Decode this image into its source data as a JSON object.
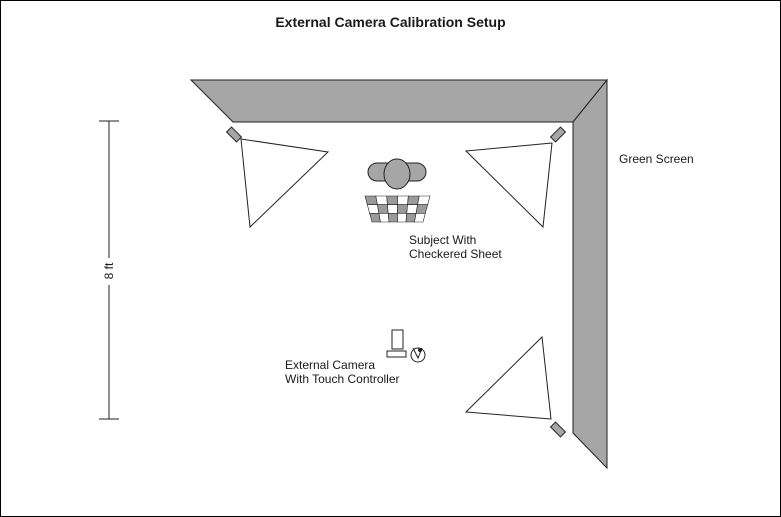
{
  "title": "External Camera Calibration Setup",
  "labels": {
    "green_screen": "Green Screen",
    "subject": "Subject With\nCheckered Sheet",
    "camera": "External Camera\nWith Touch Controller",
    "dimension": "8 ft"
  },
  "colors": {
    "screen_fill": "#a6a6a6",
    "outline": "#222222",
    "light_fill": "#ffffff",
    "check_dark": "#9a9a9a",
    "check_light": "#ffffff"
  },
  "icons": {
    "light": "light-fixture-icon",
    "subject": "person-topdown-icon",
    "camera": "camera-icon",
    "controller": "touch-controller-icon"
  }
}
